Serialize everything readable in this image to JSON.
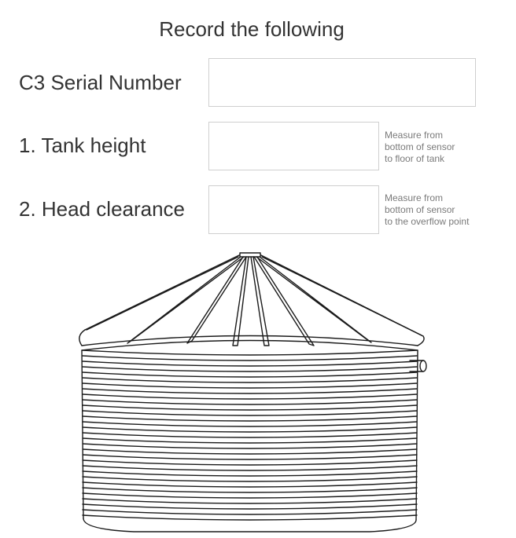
{
  "title": "Record the following",
  "fields": [
    {
      "label": "C3 Serial Number",
      "value": "",
      "note": []
    },
    {
      "label": "1. Tank height",
      "value": "",
      "note": [
        "Measure from",
        "bottom of sensor",
        "to floor of tank"
      ]
    },
    {
      "label": "2. Head clearance",
      "value": "",
      "note": [
        "Measure from",
        "bottom of sensor",
        "to the overflow point"
      ]
    }
  ],
  "illustration": {
    "icon": "water-tank-illustration",
    "stroke_color": "#1a1a1a"
  }
}
